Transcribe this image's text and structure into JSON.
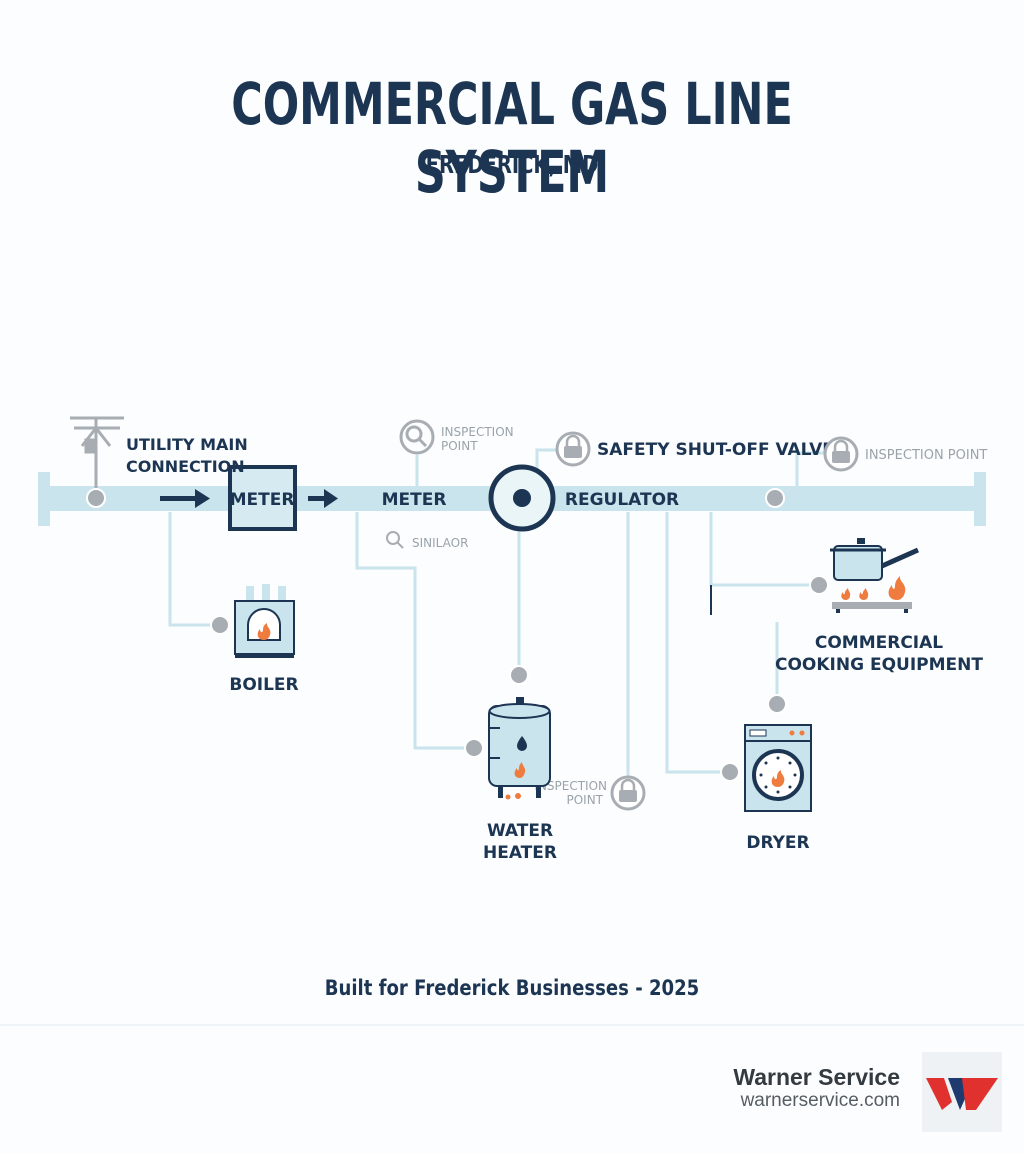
{
  "title": "COMMERCIAL GAS LINE SYSTEM",
  "subtitle": "FREDERICK, MD",
  "labels": {
    "utility_main_line1": "UTILITY MAIN",
    "utility_main_line2": "CONNECTION",
    "meter_box": "METER",
    "meter_text": "METER",
    "regulator": "REGULATOR",
    "safety_valve": "SAFETY SHUT-OFF VALVE",
    "boiler": "BOILER",
    "water_heater_line1": "WATER",
    "water_heater_line2": "HEATER",
    "cooking_line1": "COMMERCIAL",
    "cooking_line2": "COOKING EQUIPMENT",
    "dryer": "DRYER"
  },
  "inspection": {
    "top_line1": "INSPECTION",
    "top_line2": "POINT",
    "right": "INSPECTION POINT",
    "bottom_line1": "INSPECTION",
    "bottom_line2": "POINT",
    "sniffer": "SINILAOR"
  },
  "footer_note": "Built for Frederick Businesses - 2025",
  "brand": {
    "name": "Warner Service",
    "url": "warnerservice.com"
  },
  "colors": {
    "pipe": "#c9e4ec",
    "navy": "#1c3553",
    "flame": "#f07b3f",
    "gray": "#a7adb2",
    "logo_red": "#e0312f",
    "logo_blue": "#1e3a6e"
  }
}
